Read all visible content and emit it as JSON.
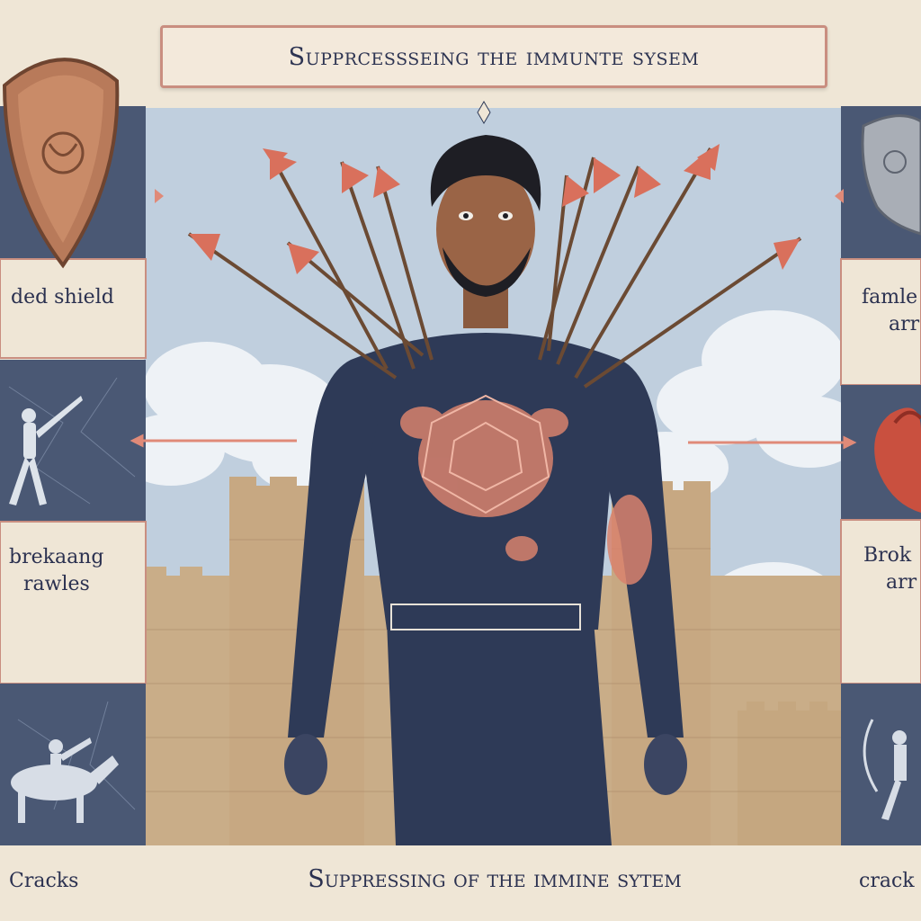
{
  "title": "Supprcessseing the immunte sysem",
  "panels_left": [
    {
      "caption": "ded shield",
      "icon": "shield-icon"
    },
    {
      "caption_line1": "brekaang",
      "caption_line2": "rawles",
      "icon": "figure-icon"
    },
    {
      "caption": "Cracks",
      "icon": "horseman-icon"
    }
  ],
  "panels_right": [
    {
      "caption_line1": "famle",
      "caption_line2": "arr",
      "icon": "shield-icon"
    },
    {
      "caption_line1": "Brok",
      "caption_line2": "arr",
      "icon": "heart-icon"
    },
    {
      "caption": "crack",
      "icon": "archer-icon"
    }
  ],
  "footer": "Suppressing of the immine sytem",
  "colors": {
    "navy": "#2e3a57",
    "arrow": "#e08a78",
    "parchment": "#efe6d6",
    "sky": "#b7c7d8",
    "stone": "#c9ad88",
    "panel": "#45536f"
  }
}
